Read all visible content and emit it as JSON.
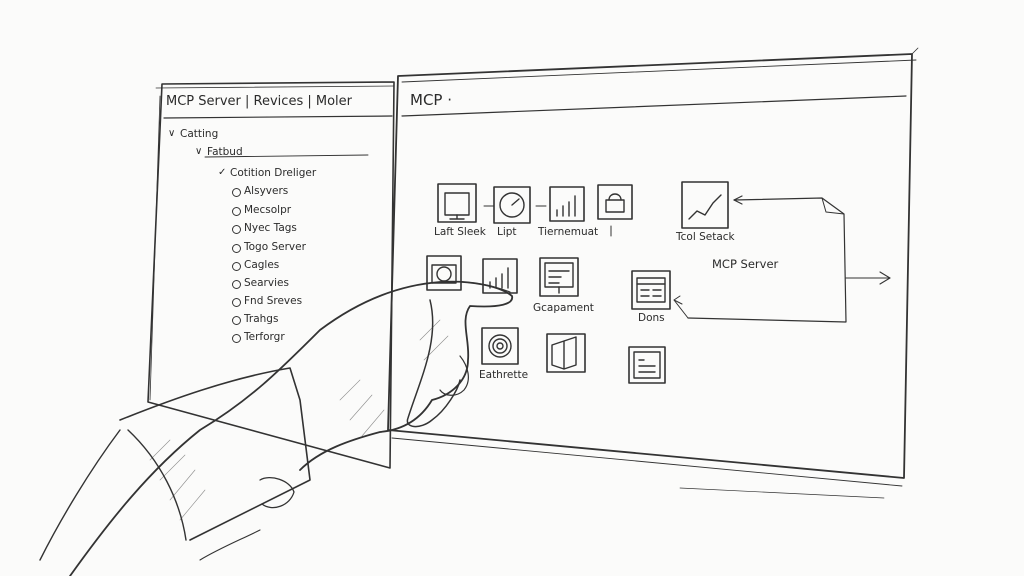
{
  "left_panel": {
    "title": "MCP Server  |  Revices  |  Moler",
    "tree": [
      {
        "label": "Catting",
        "kind": "caret"
      },
      {
        "label": "Fatbud",
        "kind": "caret"
      },
      {
        "label": "Cotition Dreliger",
        "kind": "check"
      },
      {
        "label": "Alsyvers",
        "kind": "radio"
      },
      {
        "label": "Mecsolpr",
        "kind": "radio"
      },
      {
        "label": "Nyec Tags",
        "kind": "radio"
      },
      {
        "label": "Togo Server",
        "kind": "radio"
      },
      {
        "label": "Cagles",
        "kind": "radio"
      },
      {
        "label": "Searvies",
        "kind": "radio"
      },
      {
        "label": "Fnd Sreves",
        "kind": "radio"
      },
      {
        "label": "Trahgs",
        "kind": "radio"
      },
      {
        "label": "Terforgr",
        "kind": "radio"
      }
    ]
  },
  "right_panel": {
    "title": "MCP ·",
    "icons": [
      {
        "label": "Laft Sleek",
        "icon": "monitor-icon"
      },
      {
        "label": "Lipt",
        "icon": "gauge-icon"
      },
      {
        "label": "Tiernemuat",
        "icon": "bar-chart-icon"
      },
      {
        "label": "",
        "icon": "lock-icon"
      },
      {
        "label": "Tcol Setack",
        "icon": "trend-chart-icon"
      },
      {
        "label": "",
        "icon": "camera-icon"
      },
      {
        "label": "",
        "icon": "bar-chart-icon"
      },
      {
        "label": "Gcapament",
        "icon": "dashboard-icon"
      },
      {
        "label": "Dons",
        "icon": "document-window-icon"
      },
      {
        "label": "Eathrette",
        "icon": "spiral-icon"
      },
      {
        "label": "",
        "icon": "folder-icon"
      },
      {
        "label": "",
        "icon": "notes-icon"
      }
    ],
    "server_label": "MCP Server"
  }
}
